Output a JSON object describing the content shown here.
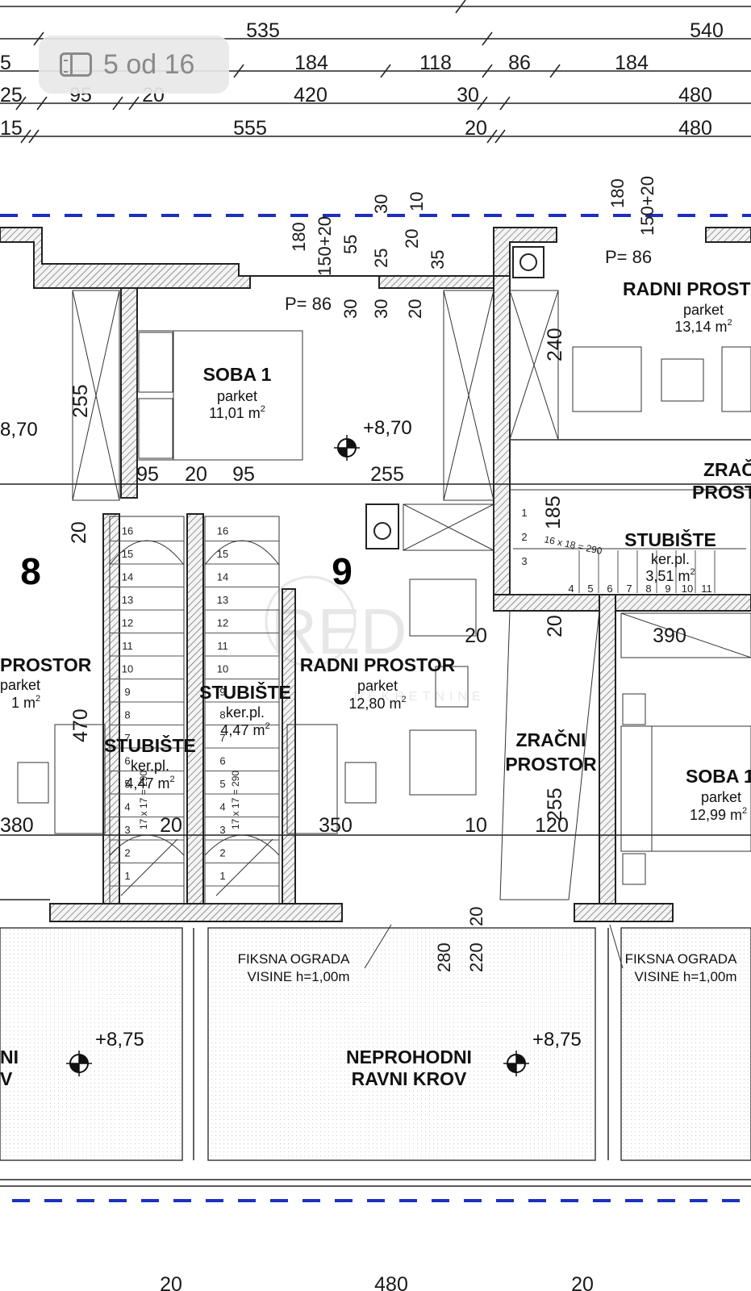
{
  "page_indicator": {
    "label": "5 od 16",
    "icon": "sidebar-panel-icon"
  },
  "dimensions": {
    "row1": [
      "535",
      "540"
    ],
    "row2": [
      "5",
      "184",
      "118",
      "86",
      "184"
    ],
    "row3": [
      "25",
      "95",
      "20",
      "420",
      "30",
      "480"
    ],
    "row4": [
      "15",
      "555",
      "20",
      "480"
    ],
    "window_marks": [
      "180",
      "150+20",
      "55",
      "30",
      "25",
      "20",
      "10",
      "35",
      "30",
      "30",
      "20",
      "180",
      "150+20"
    ],
    "parapet_left": "P= 86",
    "parapet_right": "P= 86",
    "interior": [
      "255",
      "95",
      "20",
      "95",
      "255",
      "240",
      "185",
      "20",
      "470",
      "20",
      "390",
      "380",
      "20",
      "350",
      "10",
      "120",
      "255",
      "280",
      "220",
      "20"
    ],
    "bottom": [
      "20",
      "480",
      "20"
    ]
  },
  "levels": {
    "floor_left": "8,70",
    "floor_center": "+8,70",
    "roof_left": "+8,75",
    "roof_center": "+8,75"
  },
  "units": {
    "unit_8": "8",
    "unit_9": "9"
  },
  "rooms": {
    "soba1": {
      "name": "SOBA 1",
      "floor": "parket",
      "area": "11,01 m",
      "sup": "2"
    },
    "radni_right_top": {
      "name": "RADNI PROST",
      "floor": "parket",
      "area": "13,14 m",
      "sup": "2"
    },
    "zracni_right_top": {
      "name1": "ZRAČ",
      "name2": "PROST"
    },
    "stubiste_right": {
      "name": "STUBIŠTE",
      "floor": "ker.pl.",
      "area": "3,51 m",
      "sup": "2",
      "run": "16 x 18 = 290"
    },
    "radni_left": {
      "name": "PROSTOR",
      "floor": "parket",
      "area": "1 m",
      "sup": "2"
    },
    "stubiste_left": {
      "name": "STUBIŠTE",
      "floor": "ker.pl.",
      "area": "4,47 m",
      "sup": "2",
      "run": "17 x 17 = 290"
    },
    "stubiste_center": {
      "name": "STUBIŠTE",
      "floor": "ker.pl.",
      "area": "4,47 m",
      "sup": "2",
      "run": "17 x 17 = 290"
    },
    "radni_center": {
      "name": "RADNI PROSTOR",
      "floor": "parket",
      "area": "12,80 m",
      "sup": "2"
    },
    "zracni_center": {
      "name1": "ZRAČNI",
      "name2": "PROSTOR"
    },
    "soba_right": {
      "name": "SOBA 1",
      "floor": "parket",
      "area": "12,99 m",
      "sup": "2"
    },
    "roof_left": {
      "name1": "NI",
      "name2": "V"
    },
    "roof_center": {
      "name1": "NEPROHODNI",
      "name2": "RAVNI KROV"
    }
  },
  "notes": {
    "fence_left_1": "FIKSNA OGRADA",
    "fence_left_2": "VISINE h=1,00m",
    "fence_right_1": "FIKSNA OGRADA",
    "fence_right_2": "VISINE h=1,00m"
  },
  "stair_numbers": {
    "left": [
      "16",
      "15",
      "14",
      "13",
      "12",
      "11",
      "10",
      "9",
      "8",
      "7",
      "6",
      "5",
      "4",
      "3",
      "2",
      "1"
    ],
    "center": [
      "16",
      "15",
      "14",
      "13",
      "12",
      "11",
      "10",
      "9",
      "8",
      "7",
      "6",
      "5",
      "4",
      "3",
      "2",
      "1"
    ],
    "right_lower": [
      "1",
      "2",
      "3",
      "4",
      "5",
      "6",
      "7",
      "8",
      "9",
      "10",
      "11"
    ]
  },
  "watermark": {
    "mark": "RED",
    "sub": "NEKRETNINE"
  },
  "colors": {
    "dash_line": "#1d2fbf",
    "wall_hatch": "#555555",
    "badge_bg": "#e8e8e8",
    "badge_text": "#8a8a8a"
  }
}
